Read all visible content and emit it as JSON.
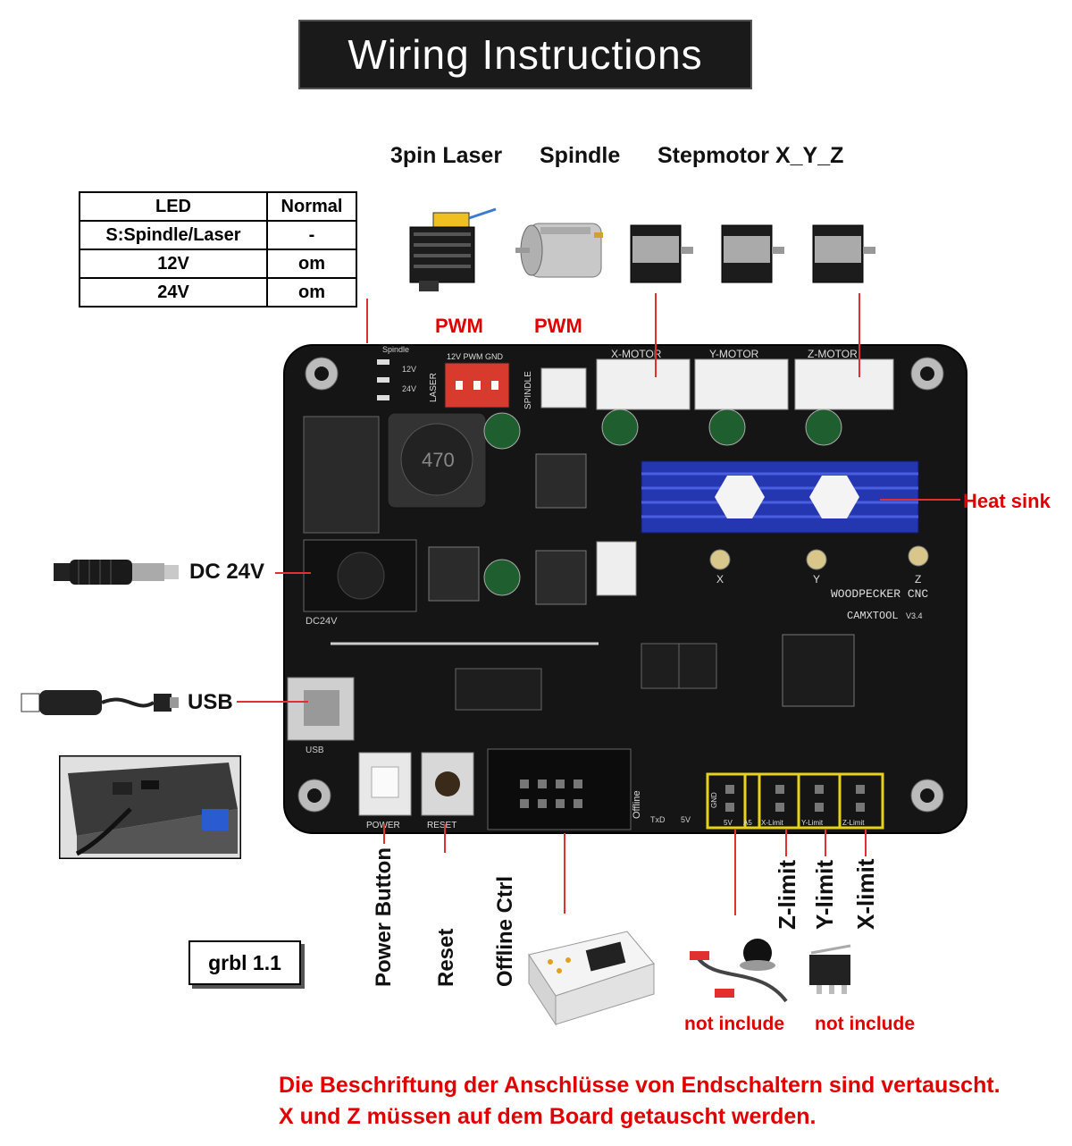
{
  "title": "Wiring Instructions",
  "top_labels": {
    "laser": "3pin Laser",
    "spindle": "Spindle",
    "stepmotor": "Stepmotor X_Y_Z"
  },
  "pwm_labels": [
    "PWM",
    "PWM"
  ],
  "led_table": {
    "header": [
      "LED",
      "Normal"
    ],
    "rows": [
      [
        "S:Spindle/Laser",
        "-"
      ],
      [
        "12V",
        "om"
      ],
      [
        "24V",
        "om"
      ]
    ]
  },
  "side_labels": {
    "dc": "DC 24V",
    "usb": "USB",
    "heat_sink": "Heat sink"
  },
  "board": {
    "name": "WOODPECKER CNC",
    "brand": "CAMXTOOL",
    "version": "V3.4",
    "motor_headers": [
      "X-MOTOR",
      "Y-MOTOR",
      "Z-MOTOR"
    ],
    "laser_pins": "12V PWM GND",
    "laser_tag": "LASER",
    "spindle_tag": "SPINDLE",
    "spindle_led": "Spindle",
    "v12": "12V",
    "v24": "24V",
    "dc24v": "DC24V",
    "usb": "USB",
    "power": "POWER",
    "reset": "RESET",
    "offline": "Offline",
    "txd": "TxD",
    "v5": "5V",
    "gnd": "GND",
    "limit_pins": [
      "5V",
      "A5",
      "X-Limit",
      "Y-Limit",
      "Z-Limit"
    ],
    "pot_labels": [
      "X",
      "Y",
      "Z"
    ],
    "inductor": "470"
  },
  "bottom_labels": {
    "power_button": "Power Button",
    "reset": "Reset",
    "offline_ctrl": "Offline Ctrl",
    "z_limit": "Z-limit",
    "y_limit": "Y-limit",
    "x_limit": "X-limit"
  },
  "grbl": "grbl 1.1",
  "not_include": [
    "not include",
    "not include"
  ],
  "note_lines": [
    "Die Beschriftung der Anschlüsse von Endschaltern sind vertauscht.",
    "X und Z müssen auf dem Board getauscht werden."
  ],
  "colors": {
    "accent_red": "#e00000",
    "board": "#151515",
    "heat_sink": "#2436b0",
    "limit_box": "#e6d21a"
  }
}
